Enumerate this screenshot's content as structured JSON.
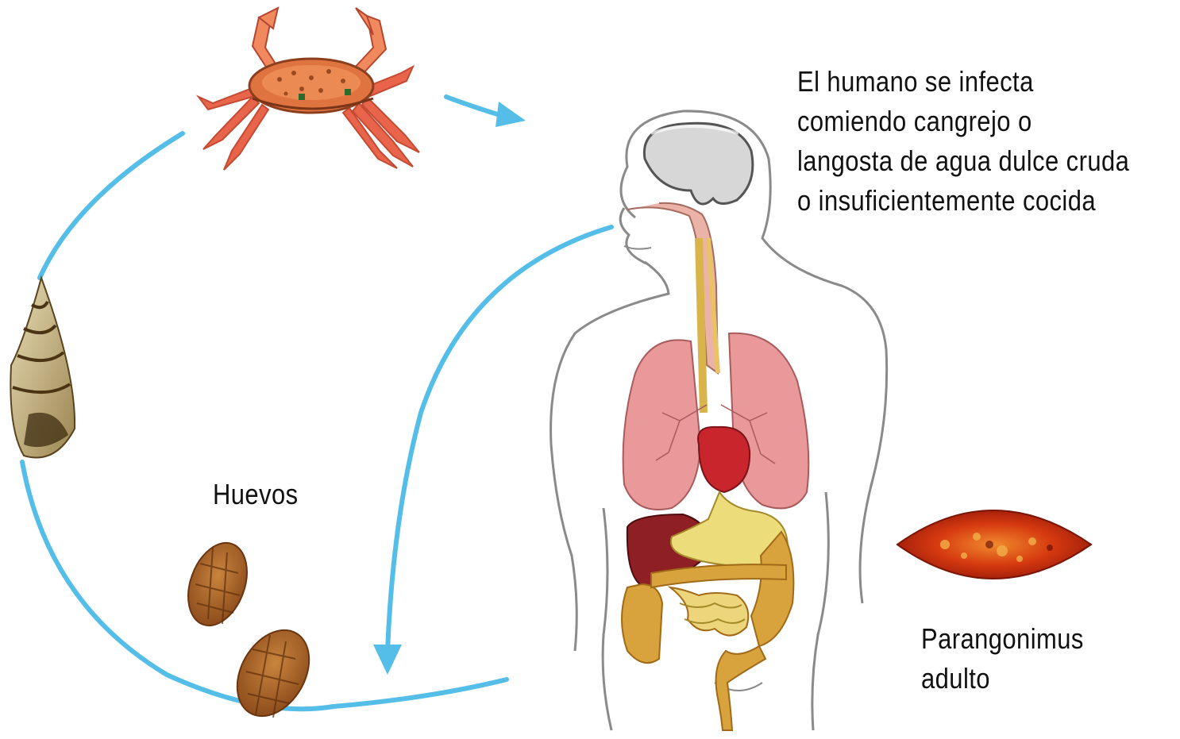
{
  "colors": {
    "cycle_arrow": "#54bde8",
    "crab_shell": "#e07440",
    "crab_legs": "#e8644a",
    "snail_shell": "#c9b27a",
    "lungs": "#e9999a",
    "heart": "#c8252c",
    "liver": "#8e1f24",
    "stomach": "#eddc7a",
    "intestine": "#d8a23c",
    "egg": "#a8642a",
    "parasite": "#d63a10",
    "body_outline": "#8a8a8a",
    "brain": "#d7d7d7"
  },
  "icons": {
    "crab": "crab-icon",
    "snail": "snail-icon",
    "human": "human-body-icon",
    "eggs": "egg-icon",
    "parasite": "fluke-icon"
  },
  "labels": {
    "infection_note": [
      "El humano se infecta",
      "comiendo cangrejo o",
      "langosta de agua dulce cruda",
      "o insuficientemente cocida"
    ],
    "eggs": "Huevos",
    "parasite": [
      "Parangonimus",
      "adulto"
    ]
  }
}
